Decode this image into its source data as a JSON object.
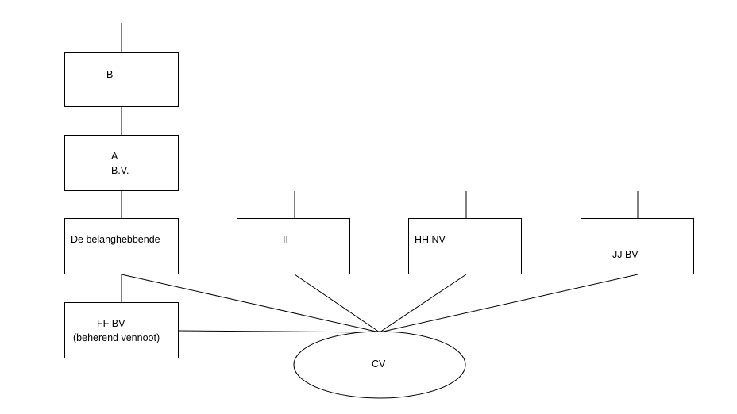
{
  "nodes": {
    "b": {
      "line1": "B"
    },
    "a": {
      "line1": "A",
      "line2": "B.V."
    },
    "belanghebbende": {
      "line1": "De belanghebbende"
    },
    "ii": {
      "line1": "II"
    },
    "hh": {
      "line1": "HH NV"
    },
    "jj": {
      "line1": "JJ BV"
    },
    "ff": {
      "line1": "FF BV",
      "line2": "(beherend vennoot)"
    },
    "cv": {
      "line1": "CV"
    }
  }
}
